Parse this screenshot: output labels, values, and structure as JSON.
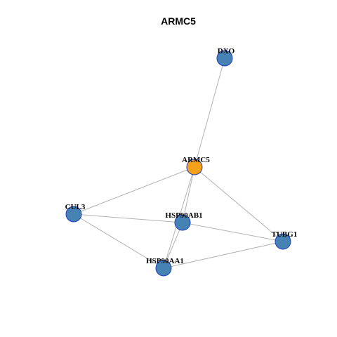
{
  "title": "ARMC5",
  "colors": {
    "focus_node": "#f5a11a",
    "neighbor_node": "#4682b4",
    "node_border": "#1f3fbf",
    "edge": "#b3b3b3"
  },
  "nodes": [
    {
      "id": "DXO",
      "label": "DXO",
      "role": "neighbor"
    },
    {
      "id": "ARMC5",
      "label": "ARMC5",
      "role": "focus"
    },
    {
      "id": "CUL3",
      "label": "CUL3",
      "role": "neighbor"
    },
    {
      "id": "HSP90AB1",
      "label": "HSP90AB1",
      "role": "neighbor"
    },
    {
      "id": "TUBG1",
      "label": "TUBG1",
      "role": "neighbor"
    },
    {
      "id": "HSP90AA1",
      "label": "HSP90AA1",
      "role": "neighbor"
    }
  ],
  "edges": [
    {
      "source": "DXO",
      "target": "ARMC5"
    },
    {
      "source": "ARMC5",
      "target": "CUL3"
    },
    {
      "source": "ARMC5",
      "target": "HSP90AB1"
    },
    {
      "source": "ARMC5",
      "target": "HSP90AA1"
    },
    {
      "source": "ARMC5",
      "target": "TUBG1"
    },
    {
      "source": "CUL3",
      "target": "HSP90AB1"
    },
    {
      "source": "CUL3",
      "target": "HSP90AA1"
    },
    {
      "source": "HSP90AB1",
      "target": "TUBG1"
    },
    {
      "source": "HSP90AB1",
      "target": "HSP90AA1"
    },
    {
      "source": "HSP90AA1",
      "target": "TUBG1"
    }
  ]
}
